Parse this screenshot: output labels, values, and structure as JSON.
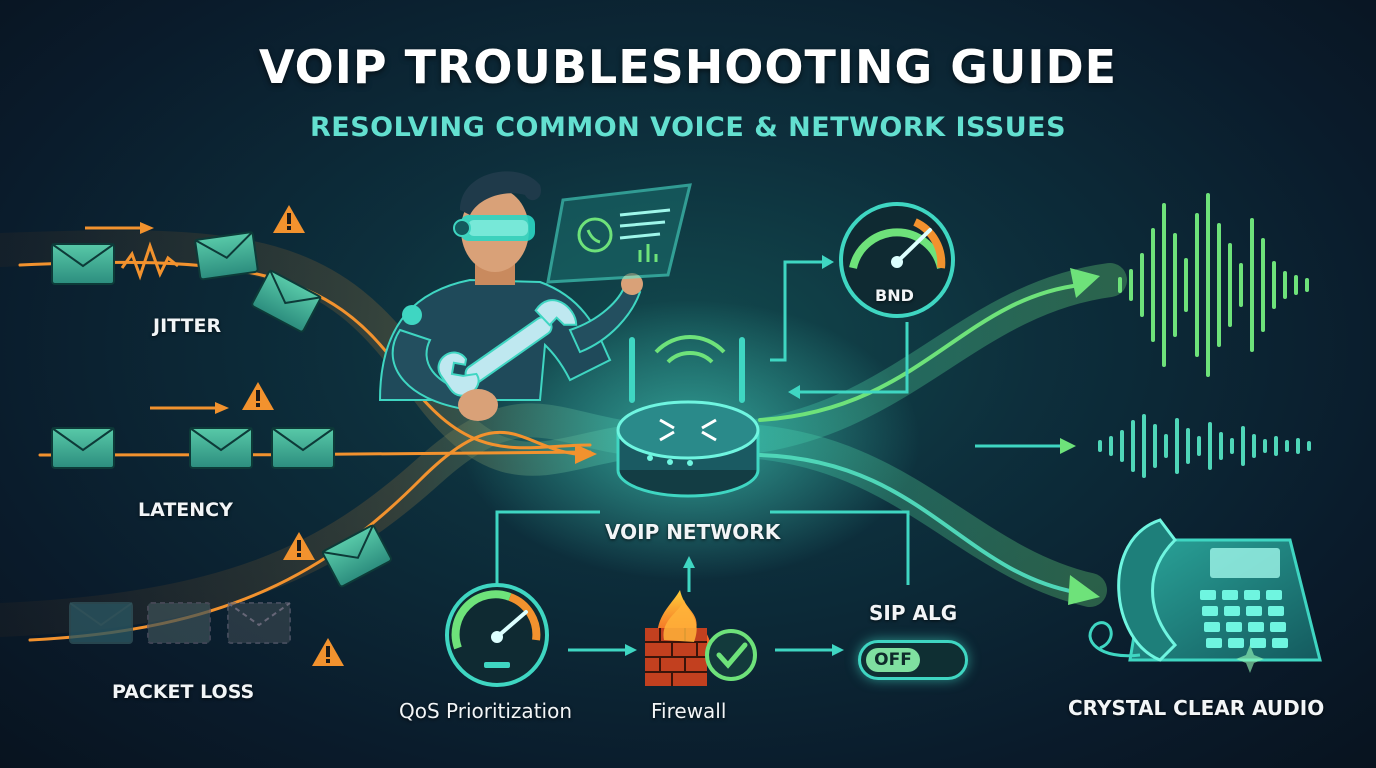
{
  "header": {
    "title": "VOIP TROUBLESHOOTING GUIDE",
    "subtitle": "RESOLVING COMMON VOICE & NETWORK ISSUES"
  },
  "issues": {
    "jitter": "JITTER",
    "latency": "LATENCY",
    "packet_loss": "PACKET LOSS"
  },
  "network": {
    "router_label": "VOIP NETWORK",
    "bandwidth_gauge_label": "BND"
  },
  "solutions": {
    "qos": "QoS Prioritization",
    "firewall": "Firewall",
    "sip_alg": "SIP ALG",
    "sip_alg_state": "OFF"
  },
  "result": {
    "label": "CRYSTAL CLEAR AUDIO"
  },
  "colors": {
    "accent_teal": "#3fd6c2",
    "accent_green": "#6ee27a",
    "warning_orange": "#f2922e",
    "background": "#0b1d2c"
  },
  "icons": [
    "envelope-icon",
    "warning-icon",
    "wrench-icon",
    "router-icon",
    "gauge-icon",
    "firewall-icon",
    "check-icon",
    "phone-icon",
    "soundwave-icon",
    "technician-figure"
  ]
}
